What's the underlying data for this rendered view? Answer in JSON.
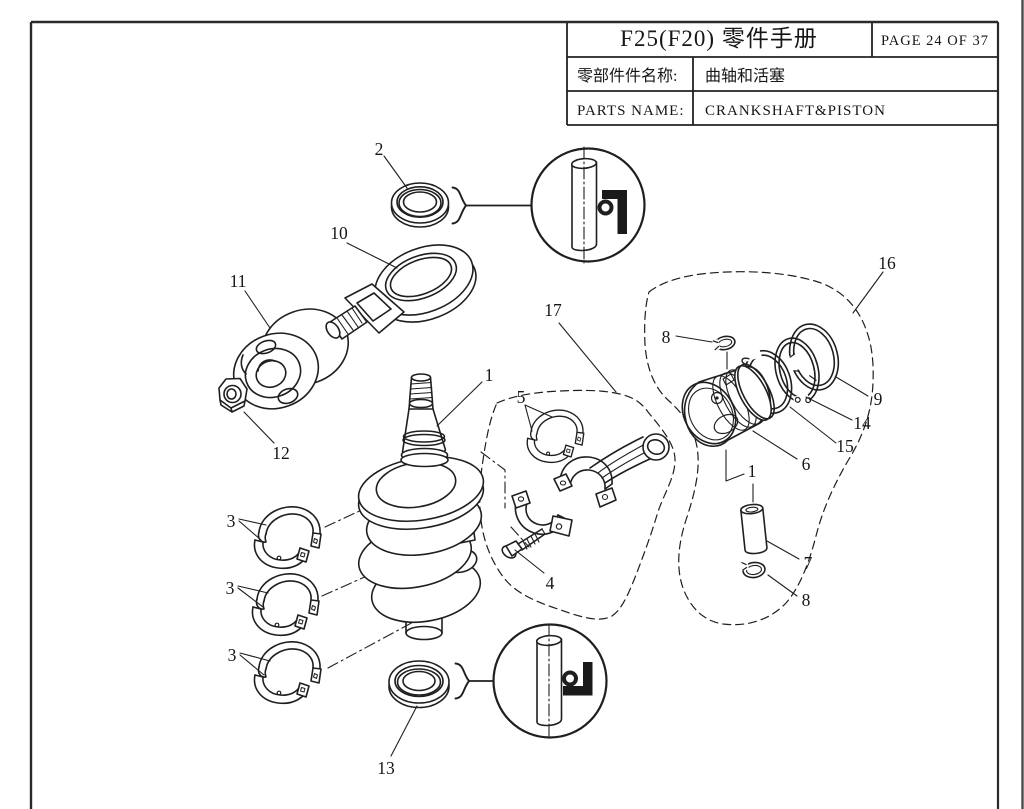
{
  "colors": {
    "ink": "#1f1f1f",
    "paper": "#ffffff",
    "border": "#2a2a2a"
  },
  "title_block": {
    "manual_title": "F25(F20) 零件手册",
    "page_indicator": "PAGE 24 OF 37",
    "part_name_label_cn": "零部件件名称:",
    "part_name_value_cn": "曲轴和活塞",
    "part_name_label_en": "PARTS NAME:",
    "part_name_value_en": "CRANKSHAFT&PISTON"
  },
  "diagram": {
    "callout_labels": {
      "n1": "1",
      "n2": "2",
      "n3": "3",
      "n4": "4",
      "n5": "5",
      "n6": "6",
      "n7": "7",
      "n8": "8",
      "n9": "9",
      "n10": "10",
      "n11": "11",
      "n12": "12",
      "n13": "13",
      "n14": "14",
      "n15": "15",
      "n16": "16",
      "n17": "17"
    }
  }
}
